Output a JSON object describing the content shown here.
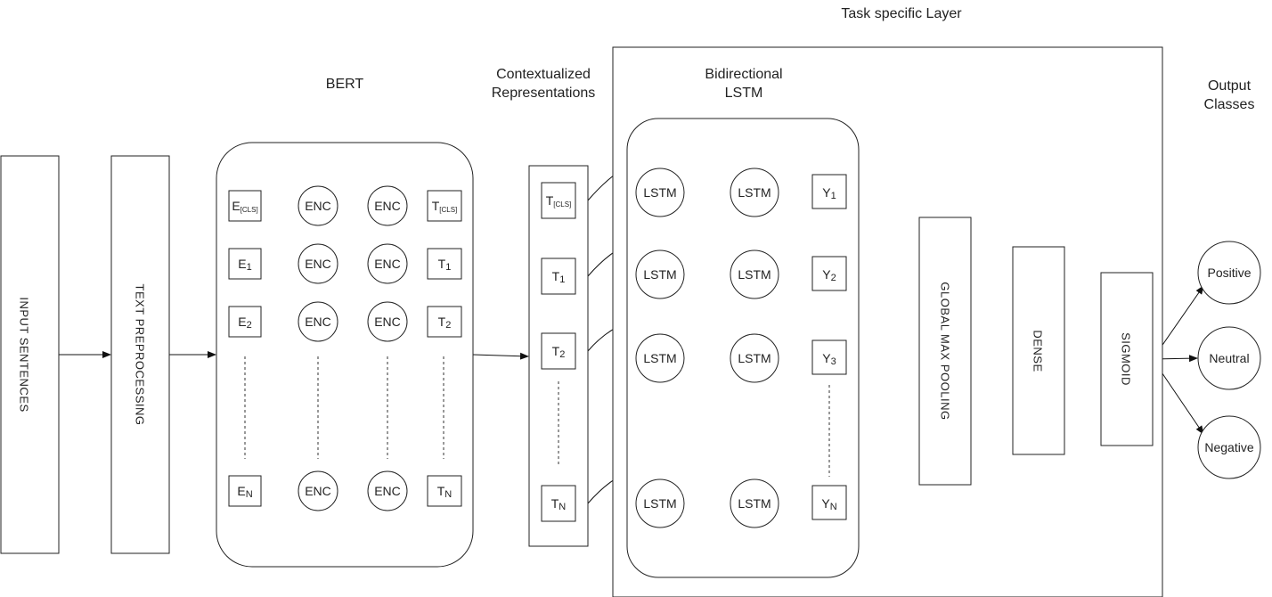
{
  "labels": {
    "task_specific": "Task specific Layer",
    "bert": "BERT",
    "contextualized_l1": "Contextualized",
    "contextualized_l2": "Representations",
    "bilstm_l1": "Bidirectional",
    "bilstm_l2": "LSTM",
    "output_l1": "Output",
    "output_l2": "Classes"
  },
  "blocks": {
    "input": "INPUT SENTENCES",
    "preprocessing": "TEXT PREPROCESSING",
    "pooling": "GLOBAL MAX POOLING",
    "dense": "DENSE",
    "sigmoid": "SIGMOID"
  },
  "bert": {
    "embeddings": [
      {
        "base": "E",
        "sub": "[CLS]"
      },
      {
        "base": "E",
        "sub": "1"
      },
      {
        "base": "E",
        "sub": "2"
      },
      {
        "base": "E",
        "sub": "N"
      }
    ],
    "encoder": "ENC",
    "outputs": [
      {
        "base": "T",
        "sub": "[CLS]"
      },
      {
        "base": "T",
        "sub": "1"
      },
      {
        "base": "T",
        "sub": "2"
      },
      {
        "base": "T",
        "sub": "N"
      }
    ]
  },
  "context_tokens": [
    {
      "base": "T",
      "sub": "[CLS]"
    },
    {
      "base": "T",
      "sub": "1"
    },
    {
      "base": "T",
      "sub": "2"
    },
    {
      "base": "T",
      "sub": "N"
    }
  ],
  "lstm": {
    "cell": "LSTM",
    "outputs": [
      {
        "base": "Y",
        "sub": "1"
      },
      {
        "base": "Y",
        "sub": "2"
      },
      {
        "base": "Y",
        "sub": "3"
      },
      {
        "base": "Y",
        "sub": "N"
      }
    ]
  },
  "classes": [
    "Positive",
    "Neutral",
    "Negative"
  ]
}
